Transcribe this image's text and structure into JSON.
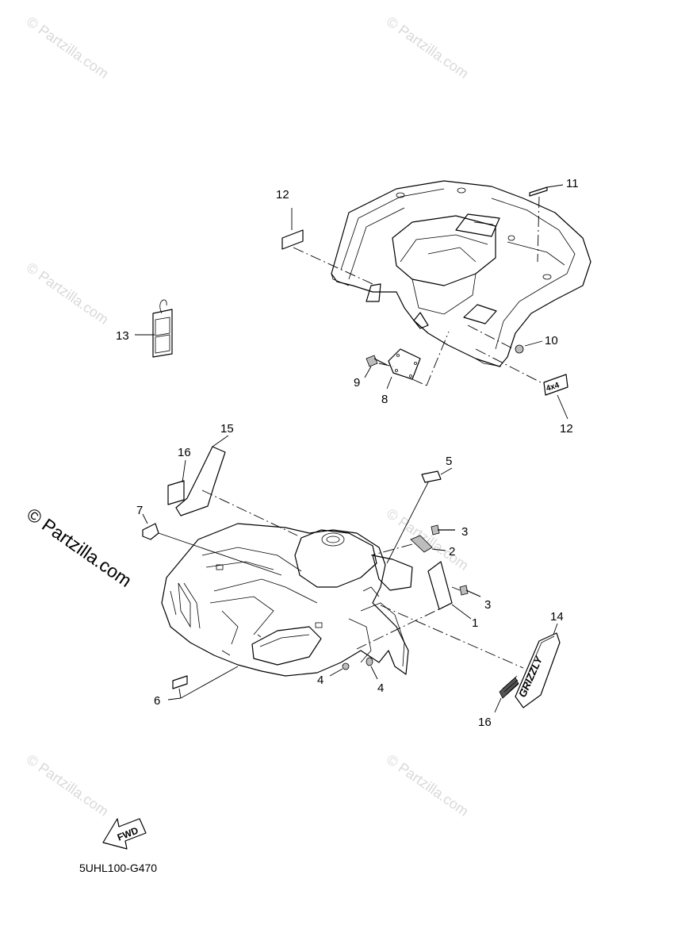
{
  "diagram_code": "5UHL100-G470",
  "fwd_label": "FWD",
  "watermark_text": "© Partzilla.com",
  "decal_texts": {
    "grizzly": "GRIZZLY",
    "four_by_four": "4x4"
  },
  "callouts": {
    "n1": "1",
    "n2": "2",
    "n3a": "3",
    "n3b": "3",
    "n4a": "4",
    "n4b": "4",
    "n5": "5",
    "n6": "6",
    "n7": "7",
    "n8": "8",
    "n9": "9",
    "n10": "10",
    "n11": "11",
    "n12a": "12",
    "n12b": "12",
    "n13": "13",
    "n14": "14",
    "n15": "15",
    "n16a": "16",
    "n16b": "16"
  },
  "colors": {
    "line": "#000000",
    "watermark": "#d9d9d9",
    "background": "#ffffff"
  }
}
